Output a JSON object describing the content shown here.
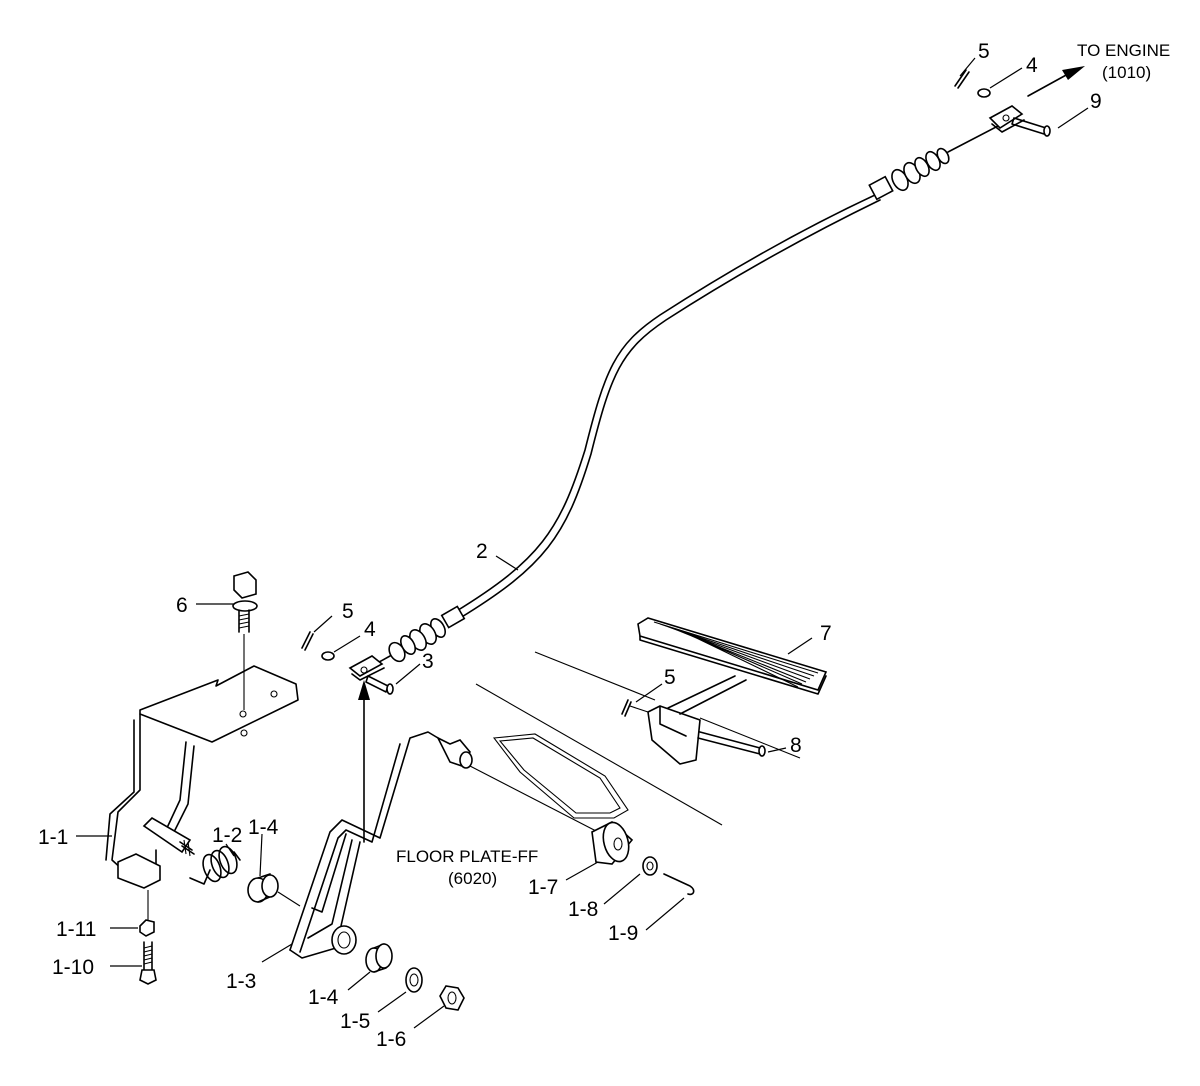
{
  "callouts": {
    "c5_top": "5",
    "c4_top": "4",
    "c9": "9",
    "c2": "2",
    "c6": "6",
    "c5_mid": "5",
    "c4_mid": "4",
    "c3": "3",
    "c7": "7",
    "c5_pedal": "5",
    "c8": "8",
    "c1_1": "1-1",
    "c1_2": "1-2",
    "c1_4a": "1-4",
    "c1_3": "1-3",
    "c1_4b": "1-4",
    "c1_5": "1-5",
    "c1_6": "1-6",
    "c1_7": "1-7",
    "c1_8": "1-8",
    "c1_9": "1-9",
    "c1_10": "1-10",
    "c1_11": "1-11"
  },
  "notes": {
    "engine_line1": "TO ENGINE",
    "engine_line2": "(1010)",
    "floor_line1": "FLOOR PLATE-FF",
    "floor_line2": "(6020)"
  }
}
